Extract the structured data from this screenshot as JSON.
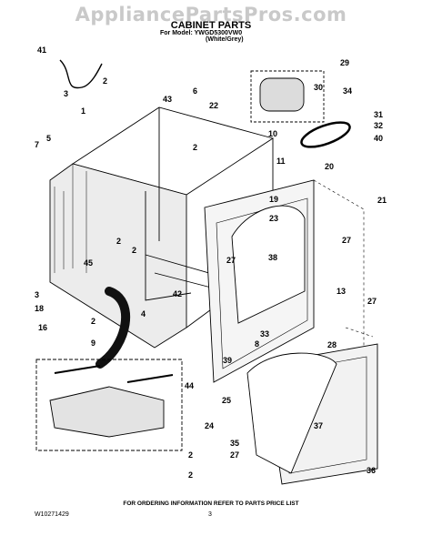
{
  "watermark": "AppliancePartsPros.com",
  "title": "CABINET PARTS",
  "model_line": "For Model: YWGD5300VW0",
  "color_line": "(White/Grey)",
  "footer": {
    "order_info": "FOR ORDERING INFORMATION REFER TO PARTS PRICE LIST",
    "doc_number": "W10271429",
    "page_number": "3"
  },
  "callouts": [
    "41",
    "3",
    "1",
    "2",
    "43",
    "5",
    "7",
    "2",
    "6",
    "22",
    "29",
    "30",
    "34",
    "31",
    "32",
    "40",
    "10",
    "11",
    "20",
    "19",
    "21",
    "23",
    "2",
    "2",
    "45",
    "27",
    "38",
    "27",
    "13",
    "3",
    "18",
    "42",
    "4",
    "16",
    "9",
    "33",
    "8",
    "39",
    "2",
    "28",
    "27",
    "25",
    "44",
    "37",
    "24",
    "35",
    "36",
    "2",
    "27",
    "2"
  ]
}
